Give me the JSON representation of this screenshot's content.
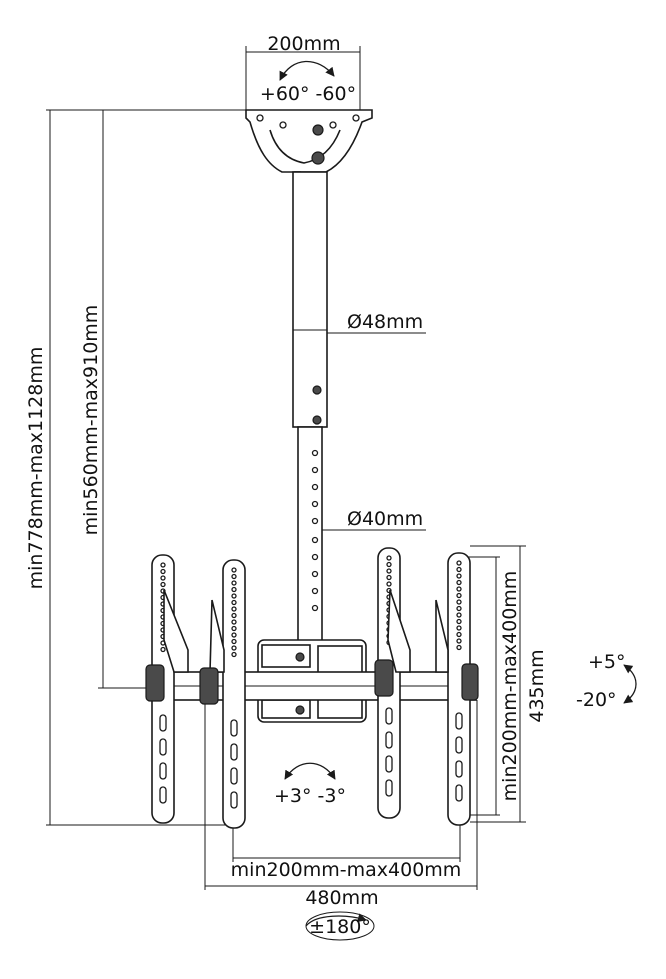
{
  "diagram": {
    "labels": {
      "top_plate_width": "200mm",
      "top_rotation": "+60° -60°",
      "total_height": "min778mm-max1128mm",
      "pole_height": "min560mm-max910mm",
      "upper_pole_diameter": "Ø48mm",
      "lower_pole_diameter": "Ø40mm",
      "vesa_vertical": "min200mm-max400mm",
      "bracket_height": "435mm",
      "tilt_up": "+5°",
      "tilt_down": "-20°",
      "swivel": "+3° -3°",
      "vesa_horizontal": "min200mm-max400mm",
      "arm_width": "480mm",
      "pan": "±180°"
    }
  }
}
